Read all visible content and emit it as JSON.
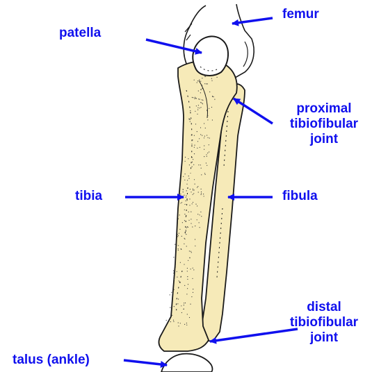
{
  "colors": {
    "label": "#1010ee",
    "arrow": "#1010ee",
    "bone_fill": "#f6eab8",
    "outline": "#1a1a1a"
  },
  "labels": {
    "femur": "femur",
    "patella": "patella",
    "proximal_joint": [
      "proximal",
      "tibiofibular",
      "joint"
    ],
    "tibia": "tibia",
    "fibula": "fibula",
    "distal_joint": [
      "distal",
      "tibiofibular",
      "joint"
    ],
    "talus": "talus (ankle)"
  }
}
